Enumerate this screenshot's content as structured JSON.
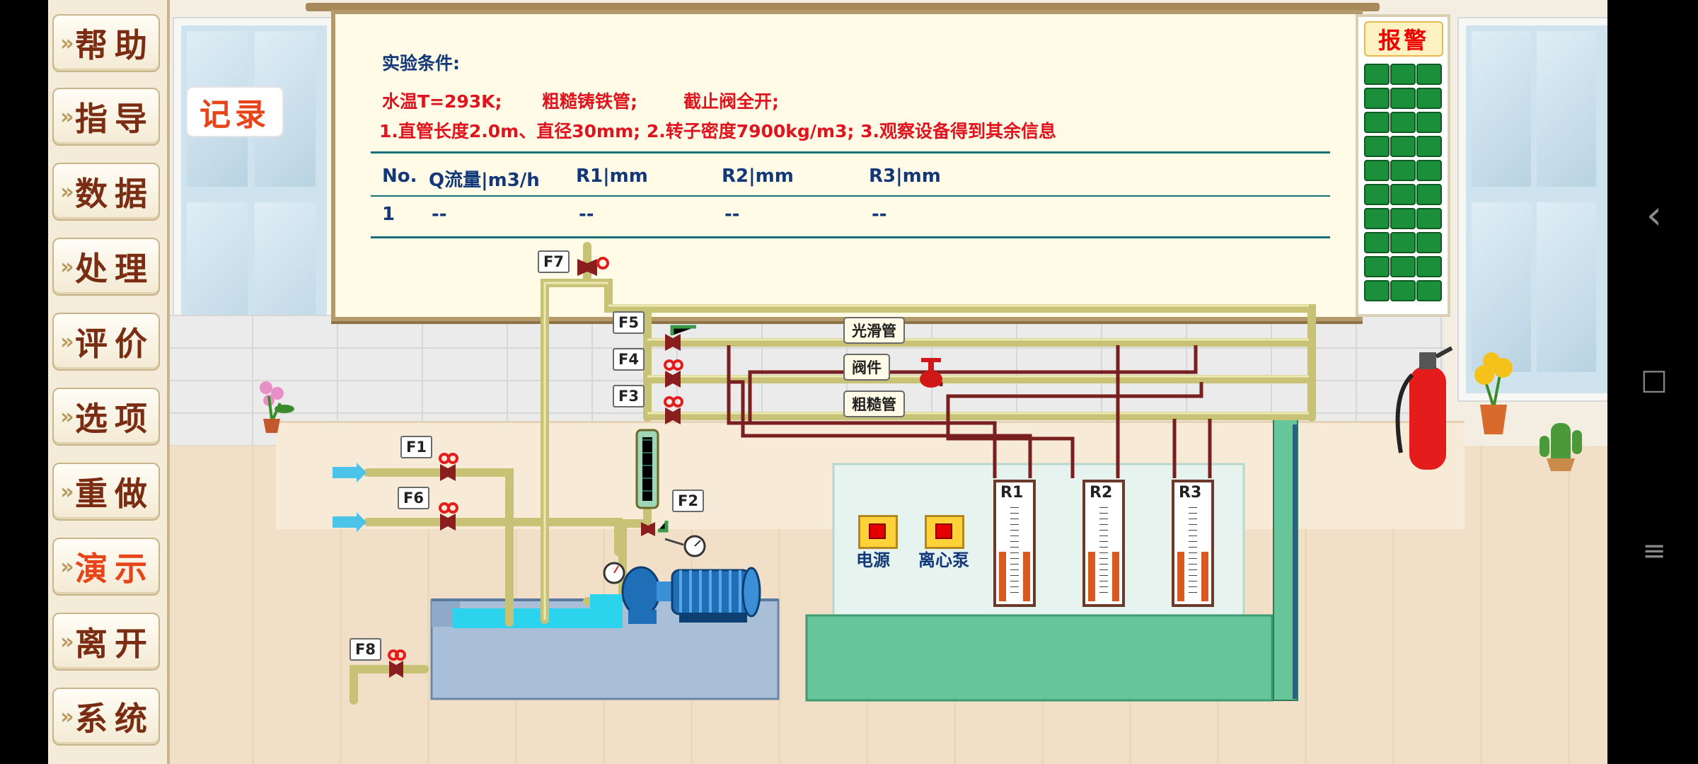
{
  "menu": {
    "items": [
      {
        "label": "帮助",
        "active": false
      },
      {
        "label": "指导",
        "active": false
      },
      {
        "label": "数据",
        "active": false
      },
      {
        "label": "处理",
        "active": false
      },
      {
        "label": "评价",
        "active": false
      },
      {
        "label": "选项",
        "active": false
      },
      {
        "label": "重做",
        "active": false
      },
      {
        "label": "演示",
        "active": true
      },
      {
        "label": "离开",
        "active": false
      },
      {
        "label": "系统",
        "active": false
      }
    ]
  },
  "record_button": "记录",
  "alarm_button": "报警",
  "board": {
    "conditions_title": "实验条件:",
    "line1a": "水温T=293K;",
    "line1b": "粗糙铸铁管;",
    "line1c": "截止阀全开;",
    "line2": "1.直管长度2.0m、直径30mm;  2.转子密度7900kg/m3;  3.观察设备得到其余信息",
    "columns": [
      "No.",
      "Q流量|m3/h",
      "R1|mm",
      "R2|mm",
      "R3|mm"
    ],
    "rows": [
      [
        "1",
        "--",
        "--",
        "--",
        "--"
      ]
    ]
  },
  "valves": {
    "f1": "F1",
    "f2": "F2",
    "f3": "F3",
    "f4": "F4",
    "f5": "F5",
    "f6": "F6",
    "f7": "F7",
    "f8": "F8"
  },
  "pipes": {
    "smooth": "光滑管",
    "valve_fitting": "阀件",
    "rough": "粗糙管"
  },
  "controls": {
    "power": "电源",
    "pump": "离心泵"
  },
  "manometers": [
    "R1",
    "R2",
    "R3"
  ],
  "nav": {
    "back": "‹",
    "home": "□",
    "menu": "≡"
  },
  "colors": {
    "pipe": "#c8c277",
    "signal": "#7a1f1f",
    "panel": "#66c69a",
    "tank": "#a9bfd8",
    "accent_red": "#e0141e",
    "navy": "#12387a"
  }
}
